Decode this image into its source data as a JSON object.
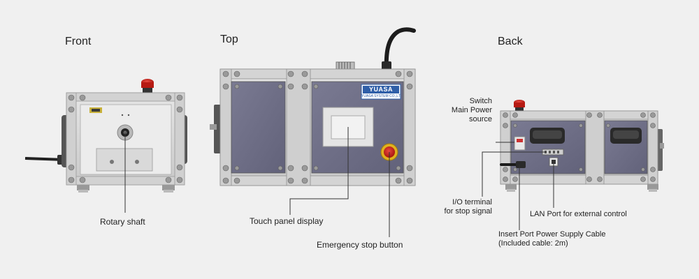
{
  "views": {
    "front": "Front",
    "top": "Top",
    "back": "Back"
  },
  "badge": {
    "brand": "YUASA",
    "subtitle": "YUASA SYSTEM CO.,LTD."
  },
  "callouts": {
    "rotary_shaft": "Rotary shaft",
    "touch_panel": "Touch panel display",
    "emergency_stop": "Emergency stop button",
    "switch_line1": "Switch",
    "switch_line2": "Main Power",
    "switch_line3": "source",
    "io_line1": "I/O terminal",
    "io_line2": "for stop signal",
    "lan_port": "LAN Port for external control",
    "insert_line1": "Insert Port Power Supply Cable",
    "insert_line2": "(Included cable: 2m)"
  },
  "colors": {
    "background": "#f0f0f0",
    "frame": "#dcdcdc",
    "panel": "#6e6e86",
    "estop": "#c8201e",
    "badge": "#2f5fa8"
  }
}
